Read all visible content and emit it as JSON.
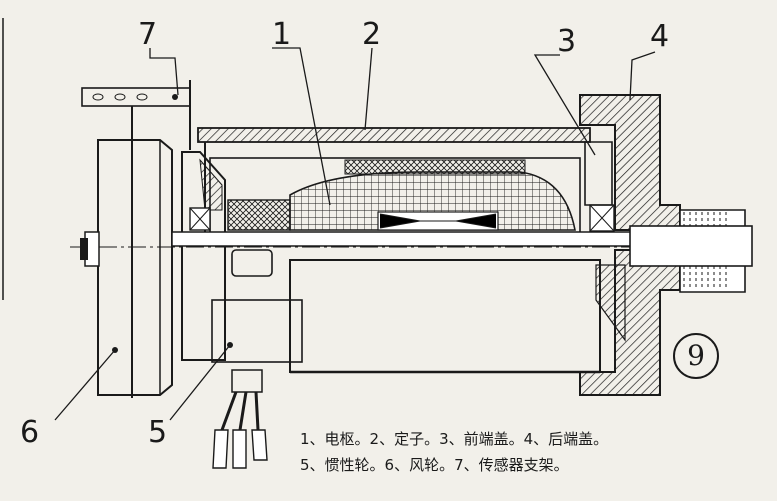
{
  "callouts": {
    "c1": "1",
    "c2": "2",
    "c3": "3",
    "c4": "4",
    "c5": "5",
    "c6": "6",
    "c7": "7"
  },
  "figure_number": "9",
  "legend": {
    "line1": "1、电枢。2、定子。3、前端盖。4、后端盖。",
    "line2": "5、惯性轮。6、风轮。7、传感器支架。"
  },
  "colors": {
    "ink": "#1a1a1a",
    "paper": "#f2f0ea"
  }
}
